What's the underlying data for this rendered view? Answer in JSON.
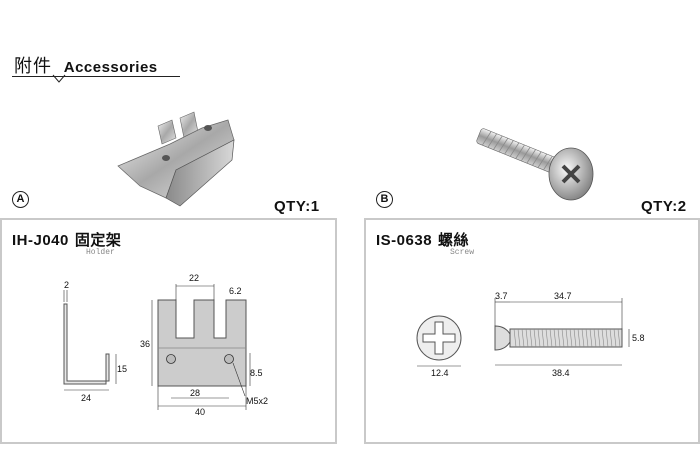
{
  "header": {
    "title_zh": "附件",
    "title_en": "Accessories"
  },
  "items": [
    {
      "badge": "A",
      "qty": "QTY:1",
      "code": "IH-J040",
      "name_zh": "固定架",
      "name_en": "Holder",
      "dims": {
        "top": "2",
        "height": "15",
        "base": "24",
        "gap": "22",
        "tab": "6.2",
        "total_h": "36",
        "hole_span": "28",
        "hole_off": "8.5",
        "width": "40",
        "screw": "M5x2"
      }
    },
    {
      "badge": "B",
      "qty": "QTY:2",
      "code": "IS-0638",
      "name_zh": "螺絲",
      "name_en": "Screw",
      "dims": {
        "head_len": "3.7",
        "shaft": "34.7",
        "dia": "5.8",
        "head_dia": "12.4",
        "total": "38.4"
      }
    }
  ]
}
